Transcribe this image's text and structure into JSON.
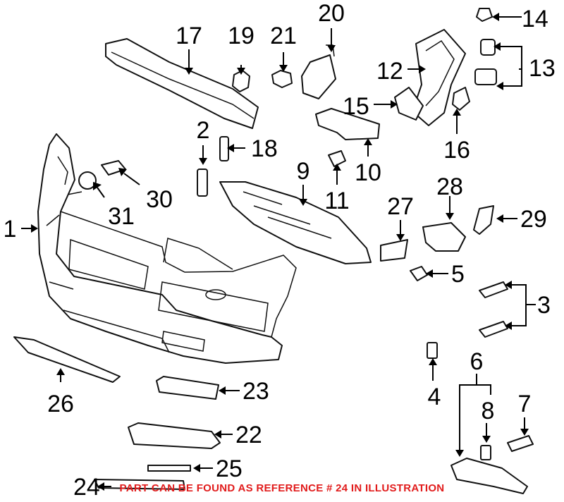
{
  "callouts": {
    "c1": "1",
    "c2": "2",
    "c3": "3",
    "c4": "4",
    "c5": "5",
    "c6": "6",
    "c7": "7",
    "c8": "8",
    "c9": "9",
    "c10": "10",
    "c11": "11",
    "c12": "12",
    "c13": "13",
    "c14": "14",
    "c15": "15",
    "c16": "16",
    "c17": "17",
    "c18": "18",
    "c19": "19",
    "c20": "20",
    "c21": "21",
    "c22": "22",
    "c23": "23",
    "c24": "24",
    "c25": "25",
    "c26": "26",
    "c27": "27",
    "c28": "28",
    "c29": "29",
    "c30": "30",
    "c31": "31"
  },
  "notice": "PART CAN BE FOUND AS REFERENCE # 24 IN ILLUSTRATION",
  "colors": {
    "notice": "#e11b1b",
    "line_art": "#111111"
  }
}
